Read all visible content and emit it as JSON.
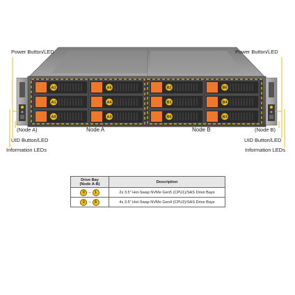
{
  "callouts": {
    "power_left": "Power Button/LED",
    "power_right": "Power Button/LED",
    "node_a_side": "(Node A)",
    "node_b_side": "(Node B)",
    "uid_left": "UID Button/LED",
    "uid_right": "UID Button/LED",
    "info_left": "Information LEDs",
    "info_right": "Information LEDs",
    "node_a": "Node A",
    "node_b": "Node B"
  },
  "bays": {
    "node_a_left": [
      "A2",
      "A1",
      "A0"
    ],
    "node_a_right": [
      "A5",
      "A4",
      "A3"
    ],
    "node_b_left": [
      "B2",
      "B1",
      "B0"
    ],
    "node_b_right": [
      "B5",
      "B4",
      "B3"
    ]
  },
  "colors": {
    "caddy_orange": "#f0782a",
    "badge_yellow": "#f3c012",
    "callout_line": "#e8b800",
    "accent_dashes": "#f5c400"
  },
  "legend": {
    "header_bays": "Drive Bay",
    "header_bays_sub": "(Node A-B)",
    "header_desc": "Description",
    "rows": [
      {
        "from": "0",
        "to": "1",
        "description": "2x 3.5\" Hot-Swap NVMe Gen5 (CPU1)/SAS Drive Bays"
      },
      {
        "from": "2",
        "to": "5",
        "description": "4x 3.5\" Hot-Swap NVMe Gen4 (CPU2)/SAS Drive Bays"
      }
    ]
  }
}
